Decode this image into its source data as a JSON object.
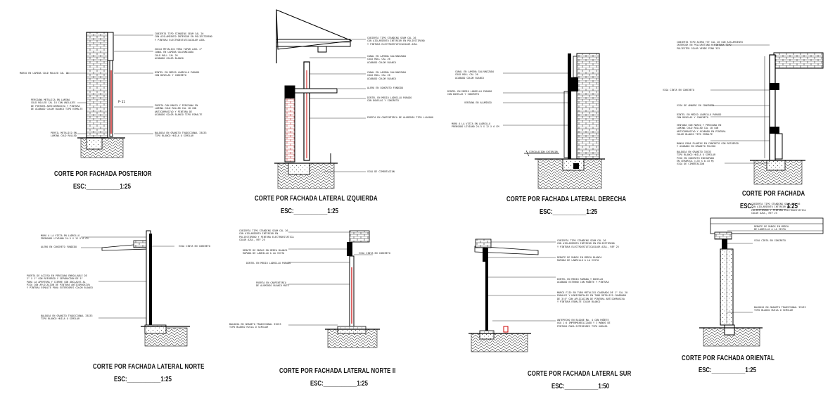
{
  "sections": [
    {
      "id": "posterior",
      "title": "CORTE POR FACHADA POSTERIOR",
      "scale": "ESC:___________1:25",
      "notes": [
        "CUBIERTA TIPO STANDING SEAM CAL 26\nCON AISLAMIENTO INTERIOR EN POLIESTIRENO\nY PINTURA ELECTROESTATICACOLOR AZUL",
        "ZOCLO METALICO PARA TAPAR AJUL 4\"\nCANAL EN LAMINA GALVANIZADA\nCOLD ROLL CAL 26\nACABADO COLOR BLANCO",
        "MARCO EN LAMINA COLD ROLLED CAL 18",
        "DINTEL EN MEDIO LADRILLO PARADO\nCON DOVELAS Y CONCRETO",
        "PERSIANA METALICA EN LAMINA\nCOLD ROLLED CAL 18 CON ANCLAJES\nDE PINTURA ANTICORROSIVA Y PINTURA\nDE ACABADO COLOR BLANCO TIPO ESMALTE",
        "PUERTA CON MARCO Y PERSIANA EN\nLAMINA COLD ROLLED CAL 18 CON\nANTICORROSIVO Y PINTURA DE\nACABADO COLOR BLANCO TIPO ESMALTE",
        "PERFIL METALICO EN\nLAMINA COLD ROLLED",
        "BALDOSA EN GRANITO TRADICIONAL 33X33\nTIPO BLANCO HUILA O SIMILAR"
      ]
    },
    {
      "id": "lateral-izquierda",
      "title": "CORTE POR FACHADA LATERAL IZQUIERDA",
      "scale": "ESC:___________1:25",
      "notes": [
        "CUBIERTA TIPO STANDING SEAM CAL 26\nCON AISLAMIENTO INTERIOR EN POLIESTIRENO\nY PINTURA ELECTROESTATICACOLOR AZUL",
        "CANAL EN LAMINA GALVANIZADA\nCOLD ROLL CAL 26\nACABADO COLOR BLANCO",
        "CANAL EN LAMINA GALVANIZADA\nCOLD ROLL CAL 26\nACABADO COLOR BLANCO",
        "ALERO EN CONCRETO FUNDIDO",
        "DINTEL EN MEDIO LADRILLO PARADO\nCON DOVELAS Y CONCRETO",
        "PUERTA EN CARPINTERIA DE ALUMINIO TIPO LLAVADO",
        "VIGA DE CIMENTACION"
      ]
    },
    {
      "id": "lateral-derecha",
      "title": "CORTE POR FACHADA LATERAL DERECHA",
      "scale": "ESC:___________1:25",
      "notes": [
        "CANAL EN LAMINA GALVANIZADA\nCOLD ROLL CAL 26\nACABADO COLOR BLANCO",
        "DINTEL EN MEDIO LADRILLO PARADO\nCON DOVELAS Y CONCRETO",
        "VENTANA EN ALUMINIO",
        "MURO A LA VISTA EN LADRILLO\nPRENSADO LIVIANO 24.5 X 12 X 6 CM",
        "CIRCULACION EXTERIOR"
      ]
    },
    {
      "id": "fachada",
      "title": "CORTE POR FACHADA",
      "scale": "ESC:___________1:25",
      "notes": [
        "CUBIERTA TIPO ACERO TST CAL 26 CON AISLAMIENTO\nINTERIOR EN POLIURETANO Y PINTURA TIPO\nPOLIESTER COLOR VERDE PINO 325",
        "VIGA CINTA EN CONCRETO",
        "VIGA DE AMARRE EN CONCRETO",
        "DINTEL EN MEDIO LADRILLO PARADO\nCON DOVELAS Y CONCRETO",
        "VENTANA CON MARCO Y PERSIANA EN\nLAMINA COLD ROLLED CAL 18 CON\nANTICORROSIVO Y ACABADO EN PINTURA\nCOLOR BLANCO TIPO ESMALTE",
        "BANCA PARA PLANTAS EN CONCRETO CON REFUERZO\nY ACABADO EN GRANITO PULIDO",
        "BALDOSA EN GRANITO 33X33\nTIPO BLANCO HUILA O SIMILAR\nPISO EN CONCRETO ENCHAPADO\nEN CERAMICA (L33 X 0.33 M)\nVIGA DE CIMENTACION"
      ]
    },
    {
      "id": "lateral-norte",
      "title": "CORTE POR FACHADA LATERAL NORTE",
      "scale": "ESC:___________1:25",
      "notes": [
        "MURO A LA VISTA EN LADRILLO\nPRENSADO LIVIANO 24.5 X 12 X 6 CM",
        "ALERO EN CONCRETO FUNDIDO",
        "VIGA CINTA EN CONCRETO",
        "PUERTA DE ACCESO EN PERSIANA ENROLLABLE DE\n2\" X 1\" CON REFUERZO Y SEPARACION DE 5\"\nPARA LA APERTURA Y CIERRE CON ANCLAJES AL\nPISO CON APLICACION DE PINTURA ANTICORROSIVA\nY PINTURA ESMALTE PARA EXTERIORES COLOR BLANCO",
        "BALDOSA EN GRANITO TRADICIONAL 33X33\nTIPO BLANCO HUILA O SIMILAR"
      ]
    },
    {
      "id": "lateral-norte-ii",
      "title": "CORTE POR FACHADA LATERAL NORTE II",
      "scale": "ESC:___________1:25",
      "notes": [
        "CUBIERTA TIPO STANDING SEAM CAL 26\nCON AISLAMIENTO INTERIOR EN\nPOLIESTIRENO Y PINTURA ELECTROESTATICA\nCOLOR AZUL, REF 25",
        "VIGA CINTA EN CONCRETO",
        "REMATE DE MUROS EN MEDIA BLANCA\nRAPADA DE LADRILLO A LA VISTA",
        "DINTEL EN MEDIO LADRILLO PARADO",
        "PUERTA EN CARPINTERIA\nDE ALUMINIO BLANCO MATE",
        "BALDOSA EN GRANITO TRADICIONAL 33X33\nTIPO BLANCO HUILA O SIMILAR"
      ]
    },
    {
      "id": "lateral-sur",
      "title": "CORTE POR FACHADA LATERAL SUR",
      "scale": "ESC:___________1:50",
      "notes": [
        "CUBIERTA TIPO STANDING SEAM CAL 26\nCON AISLAMIENTO INTERIOR EN POLIESTIRENO\nY PINTURA ELECTROESTATICACOLOR AZUL, REF 25",
        "REMATE DE MUROS EN MEDIA BLANCA\nRAPADA DE LADRILLO A LA VISTA",
        "DINTEL EN MEDIO RAMADA Y BOVELAS\nACABADO EXTERNO CON PAÑETE Y PINTURA",
        "MARCO FIJO EN TUBO METALICO CUADRADO DE 1\" CAL 20\nPARALES Y HORIZONTALES EN TUBO METALICO CUADRADO\nDE 3/4\" CON APLICACION DE PINTURA ANTICORROSIVA\nY PINTURA ESMALTE COLOR BLANCO",
        "ANTEPECHO EN BLOQUE No. 4 CON PAÑETE\nUSO 1:4 IMPERMEABILIZADO Y 3 MANOS DE\nPINTURA PARA EXTERIORES TIPO KORAZA"
      ]
    },
    {
      "id": "oriental",
      "title": "CORTE POR FACHADA ORIENTAL",
      "scale": "ESC:___________1:25",
      "notes": [
        "CUBIERTA TIPO STANDING SEAM CAL 26\nCON AISLAMIENTO INTERIOR EN\nPOLIESTIRENO Y PINTURA ELECTROESTATICA\nCOLOR AZUL, REF 25",
        "REMATE DE MUROS EN MEDIA\nDE LADRILLO A LA VISTA",
        "VIGA CINTA EN CONCRETO",
        "BALDOSA EN GRANITO TRADICIONAL 33X33\nTIPO BLANCO HUILA O SIMILAR"
      ]
    }
  ]
}
